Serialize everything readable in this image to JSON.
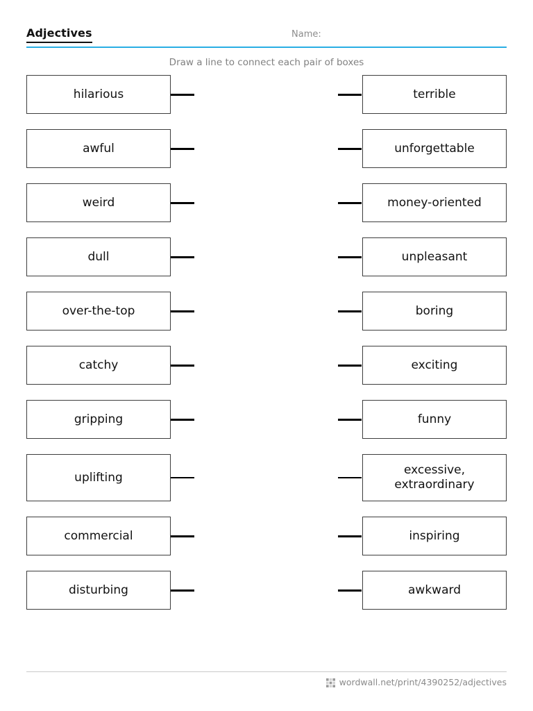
{
  "header": {
    "title": "Adjectives",
    "name_label": "Name:",
    "rule_color": "#29aee4"
  },
  "instructions": "Draw a line to connect each pair of boxes",
  "pairs": [
    {
      "left": "hilarious",
      "right": "terrible",
      "tall": false
    },
    {
      "left": "awful",
      "right": "unforgettable",
      "tall": false
    },
    {
      "left": "weird",
      "right": "money-oriented",
      "tall": false
    },
    {
      "left": "dull",
      "right": "unpleasant",
      "tall": false
    },
    {
      "left": "over-the-top",
      "right": "boring",
      "tall": false
    },
    {
      "left": "catchy",
      "right": "exciting",
      "tall": false
    },
    {
      "left": "gripping",
      "right": "funny",
      "tall": false
    },
    {
      "left": "uplifting",
      "right": "excessive,\nextraordinary",
      "tall": true
    },
    {
      "left": "commercial",
      "right": "inspiring",
      "tall": false
    },
    {
      "left": "disturbing",
      "right": "awkward",
      "tall": false
    }
  ],
  "footer": {
    "url": "wordwall.net/print/4390252/adjectives",
    "logo_name": "wordwall-grid-logo"
  }
}
